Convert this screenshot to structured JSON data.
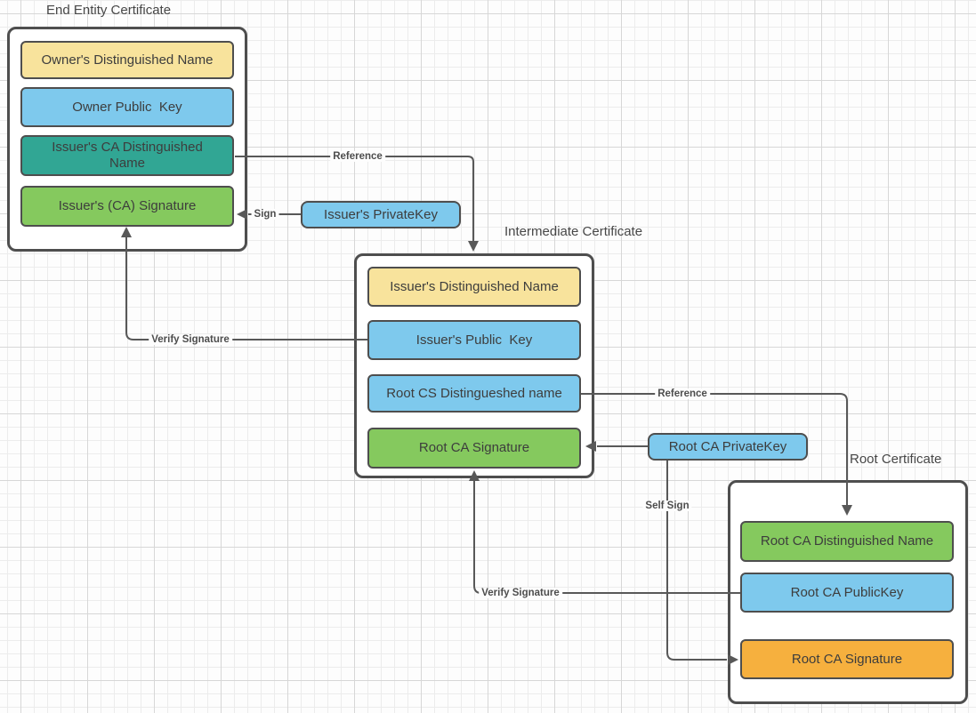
{
  "colors": {
    "yellow": "#F8E39C",
    "blue": "#7EC9ED",
    "teal": "#31A694",
    "green": "#85C95E",
    "orange": "#F6B03E"
  },
  "containers": {
    "end_entity": {
      "title": "End Entity Certificate",
      "boxes": [
        {
          "label": "Owner's Distinguished Name",
          "color": "yellow"
        },
        {
          "label": "Owner Public  Key",
          "color": "blue"
        },
        {
          "label": "Issuer's CA Distinguished\nName",
          "color": "teal"
        },
        {
          "label": "Issuer's (CA) Signature",
          "color": "green"
        }
      ]
    },
    "intermediate": {
      "title": "Intermediate Certificate",
      "boxes": [
        {
          "label": "Issuer's Distinguished Name",
          "color": "yellow"
        },
        {
          "label": "Issuer's Public  Key",
          "color": "blue"
        },
        {
          "label": "Root CS Distingueshed name",
          "color": "blue"
        },
        {
          "label": "Root CA Signature",
          "color": "green"
        }
      ]
    },
    "root": {
      "title": "Root Certificate",
      "boxes": [
        {
          "label": "Root CA Distinguished Name",
          "color": "green"
        },
        {
          "label": "Root CA PublicKey",
          "color": "blue"
        },
        {
          "label": "Root CA Signature",
          "color": "orange"
        }
      ]
    }
  },
  "keys": {
    "issuer_private_key": "Issuer's PrivateKey",
    "root_private_key": "Root CA PrivateKey"
  },
  "connectors": {
    "reference_1": "Reference",
    "sign": "Sign",
    "verify_signature_1": "Verify Signature",
    "reference_2": "Reference",
    "self_sign": "Self Sign",
    "verify_signature_2": "Verify Signature"
  }
}
